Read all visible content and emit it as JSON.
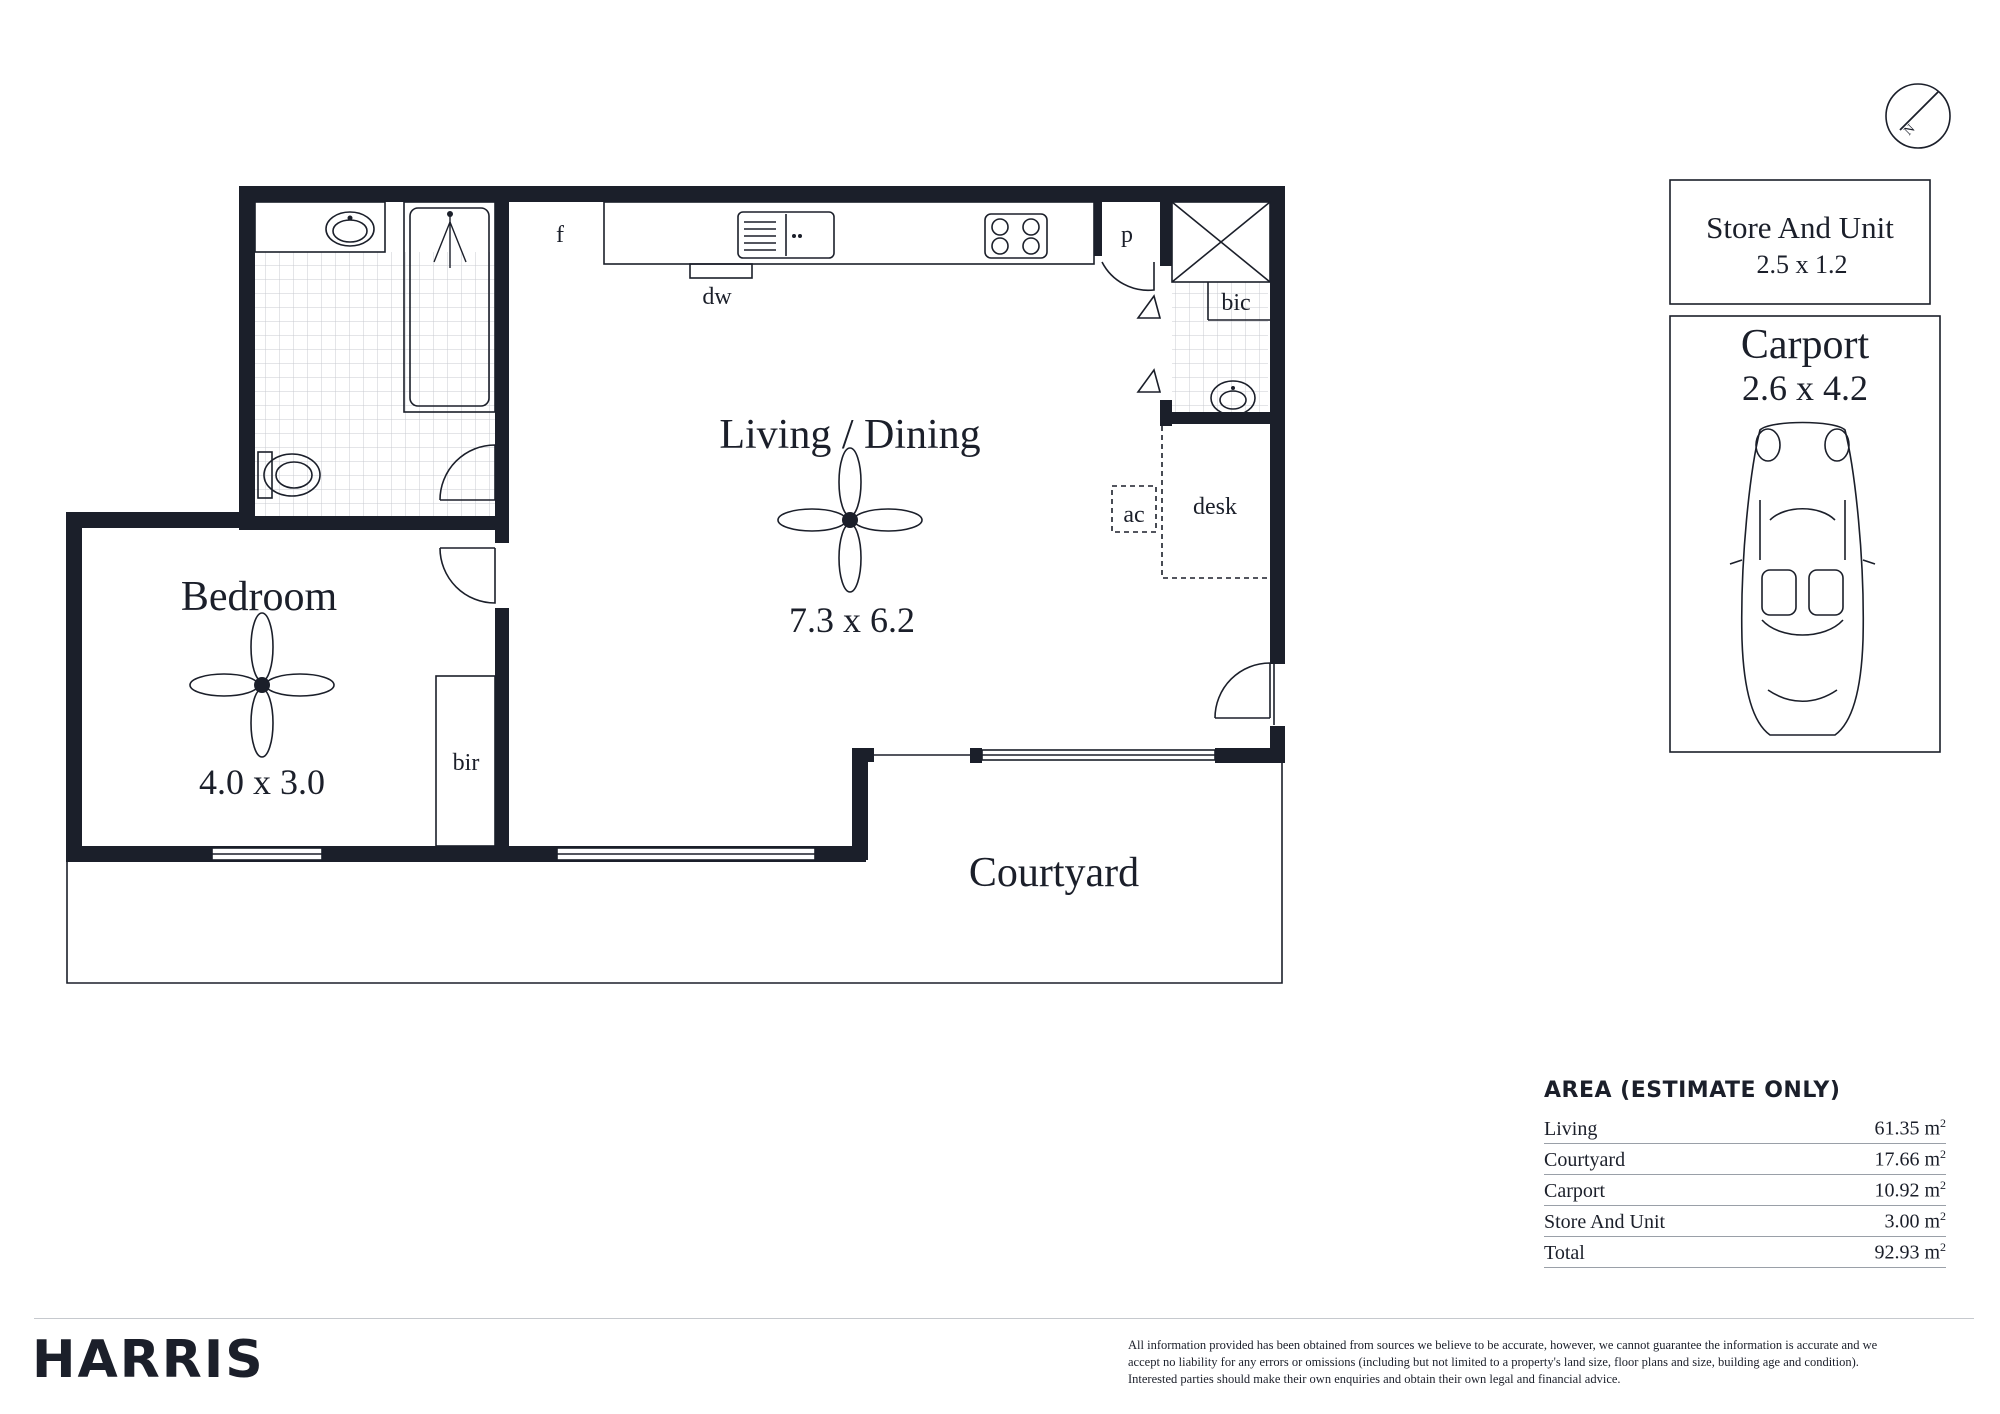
{
  "rooms": {
    "living": {
      "name": "Living / Dining",
      "size": "7.3 x 6.2"
    },
    "bedroom": {
      "name": "Bedroom",
      "size": "4.0 x 3.0"
    },
    "courtyard": {
      "name": "Courtyard"
    },
    "store": {
      "name": "Store And Unit",
      "size": "2.5 x 1.2"
    },
    "carport": {
      "name": "Carport",
      "size": "2.6 x 4.2"
    }
  },
  "fixtures": {
    "fridge": "f",
    "dishwasher": "dw",
    "pantry": "p",
    "bic": "bic",
    "ac": "ac",
    "desk": "desk",
    "bir": "bir"
  },
  "compass": {
    "label": "N"
  },
  "area": {
    "title": "AREA (ESTIMATE ONLY)",
    "rows": [
      {
        "label": "Living",
        "value": "61.35 m",
        "unit_sup": "2"
      },
      {
        "label": "Courtyard",
        "value": "17.66 m",
        "unit_sup": "2"
      },
      {
        "label": "Carport",
        "value": "10.92 m",
        "unit_sup": "2"
      },
      {
        "label": "Store And Unit",
        "value": "3.00 m",
        "unit_sup": "2"
      },
      {
        "label": "Total",
        "value": "92.93 m",
        "unit_sup": "2"
      }
    ]
  },
  "brand": "HARRIS",
  "disclaimer": [
    "All information provided has been obtained from sources we believe to be accurate, however, we cannot guarantee the information is accurate and we",
    "accept no liability for any errors or omissions (including but not limited to a property's land size, floor plans and size, building age and condition).",
    "Interested parties should make their own enquiries and obtain their own legal and financial advice."
  ]
}
